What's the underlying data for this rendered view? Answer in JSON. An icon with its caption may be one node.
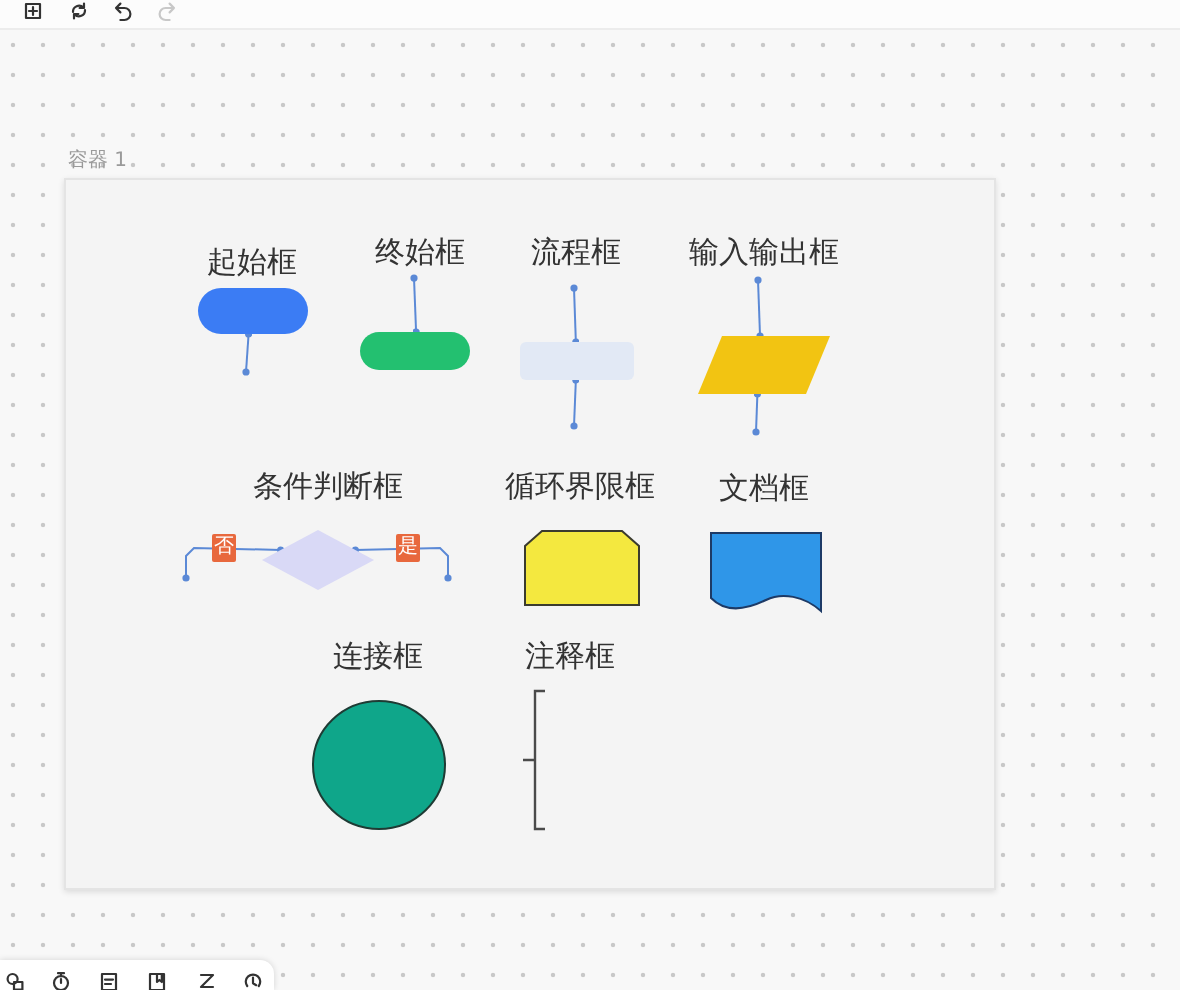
{
  "diagram": {
    "nodes": [
      {
        "text": [
          "容器 1"
        ]
      },
      {
        "text": [
          "起始框"
        ],
        "in": 0
      },
      {
        "text": [
          "终始框"
        ],
        "in": 0
      },
      {
        "text": [
          "流程框"
        ],
        "in": 0
      },
      {
        "text": [
          "输入输出框"
        ],
        "in": 0
      },
      {
        "text": [
          "条件判断框"
        ],
        "in": 0
      },
      {
        "text": [
          "循环界限框"
        ],
        "in": 0
      },
      {
        "text": [
          "文档框"
        ],
        "in": 0
      },
      {
        "text": [
          "连接框"
        ],
        "in": 0
      },
      {
        "text": [
          "注释框"
        ],
        "in": 0
      }
    ],
    "edges": [
      {
        "from": 1,
        "to": null,
        "arrow": "other"
      },
      {
        "from": null,
        "to": 2,
        "arrow": "other"
      },
      {
        "from": null,
        "to": 3,
        "arrow": "other"
      },
      {
        "from": 3,
        "to": null,
        "arrow": "other"
      },
      {
        "from": null,
        "to": 4,
        "arrow": "other"
      },
      {
        "from": 4,
        "to": null,
        "arrow": "other"
      },
      {
        "from": 5,
        "to": null,
        "arrow": "other",
        "label": "否"
      },
      {
        "from": 5,
        "to": null,
        "arrow": "other",
        "label": "是"
      }
    ]
  }
}
